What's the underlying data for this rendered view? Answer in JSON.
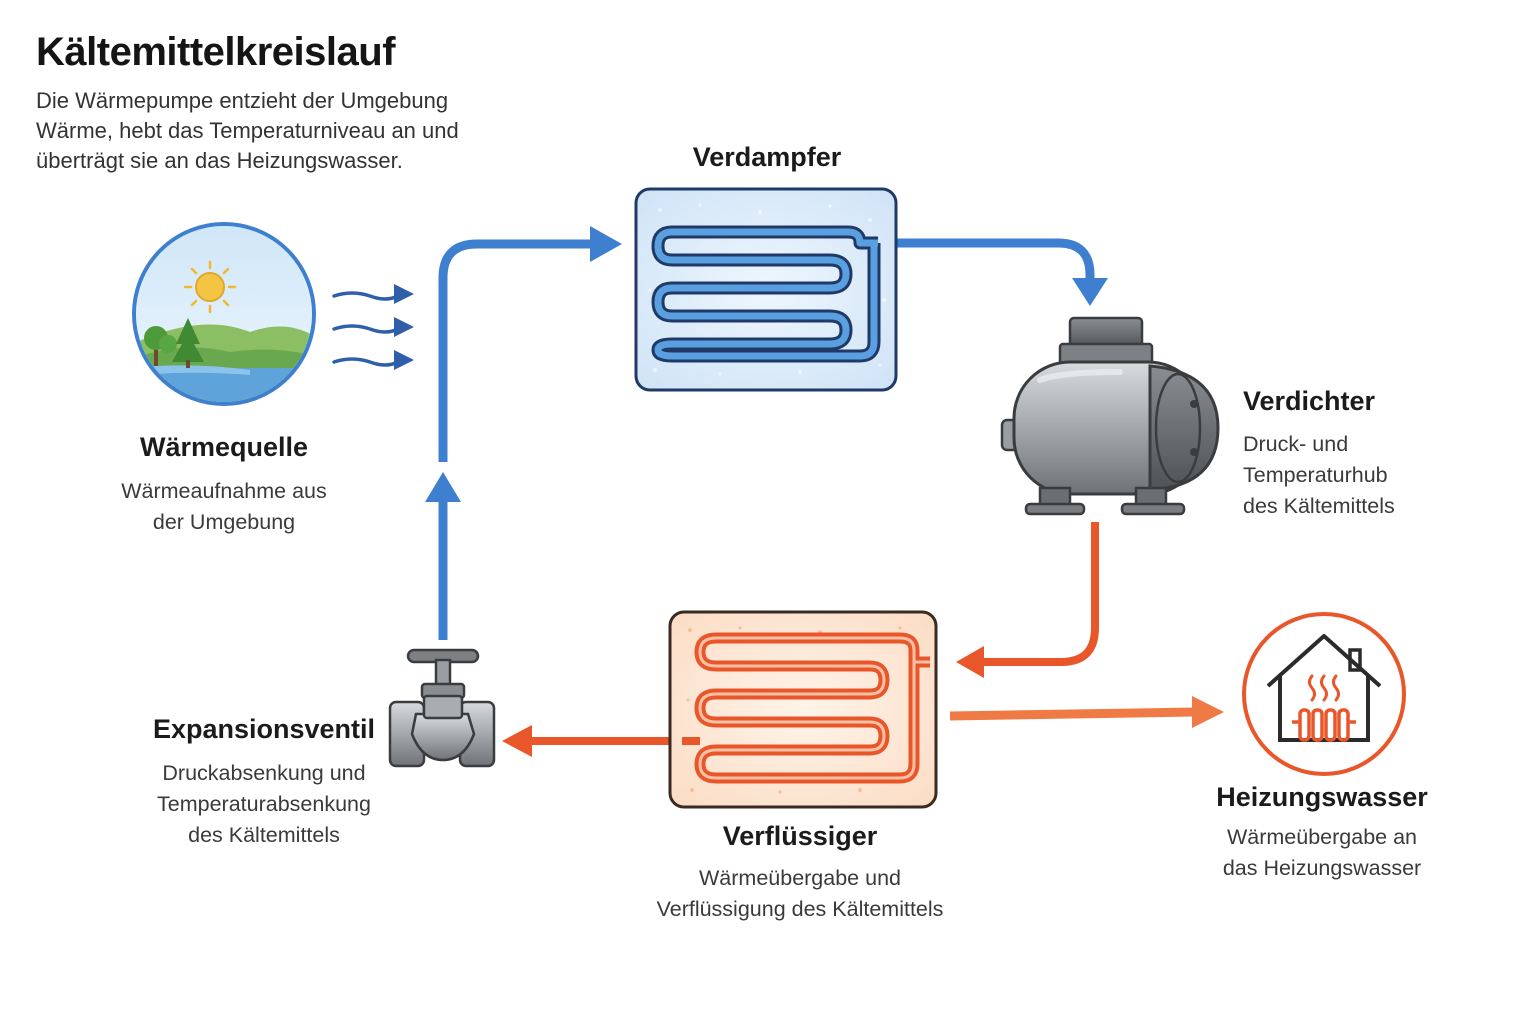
{
  "title": "Kältemittelkreislauf",
  "intro": [
    "Die Wärmepumpe entzieht der Umgebung",
    "Wärme, hebt das Temperaturniveau an und",
    "überträgt sie an das Heizungswasser."
  ],
  "components": {
    "source": {
      "label": "Wärmequelle",
      "desc": [
        "Wärmeaufnahme aus",
        "der Umgebung"
      ]
    },
    "evaporator": {
      "label": "Verdampfer"
    },
    "compressor": {
      "label": "Verdichter",
      "desc": [
        "Druck- und",
        "Temperaturhub",
        "des Kältemittels"
      ]
    },
    "condenser": {
      "label": "Verflüssiger",
      "desc": [
        "Wärmeübergabe und",
        "Verflüssigung des Kältemittels"
      ]
    },
    "valve": {
      "label": "Expansionsventil",
      "desc": [
        "Druckabsenkung und",
        "Temperaturabsenkung",
        "des Kältemittels"
      ]
    },
    "heating": {
      "label": "Heizungswasser",
      "desc": [
        "Wärmeübergabe an",
        "das Heizungswasser"
      ]
    }
  },
  "colors": {
    "cold": "#3f7fcf",
    "hot": "#e8562a",
    "metal": "#8e9296"
  }
}
